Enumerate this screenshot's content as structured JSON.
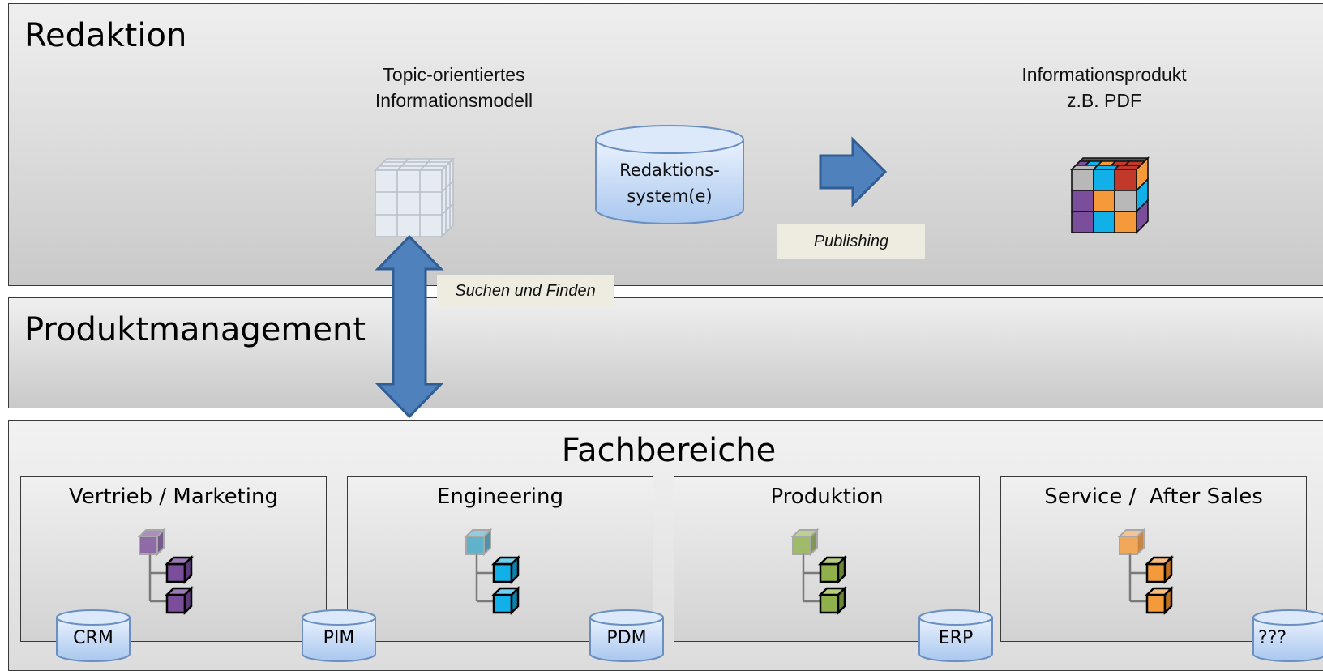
{
  "bands": {
    "redaktion": {
      "title": "Redaktion"
    },
    "produktmanagement": {
      "title": "Produktmanagement"
    },
    "fachbereiche": {
      "title": "Fachbereiche"
    }
  },
  "redaktion": {
    "info_model_label": [
      "Topic-orientiertes",
      "Informationsmodell"
    ],
    "system_label": [
      "Redaktions-",
      "system(e)"
    ],
    "product_label": [
      "Informationsprodukt",
      "z.B. PDF"
    ],
    "publishing_label": "Publishing",
    "search_label": "Suchen und Finden"
  },
  "departments": [
    {
      "name": "Vertrieb / Marketing",
      "color": "#7a4e9a",
      "db": "CRM"
    },
    {
      "name": "Engineering",
      "color": "#12b0e8",
      "db": "PDM"
    },
    {
      "name": "Produktion",
      "color": "#8fb04a",
      "db": "ERP"
    },
    {
      "name": "Service /  After Sales",
      "color": "#f59a3a",
      "db": "???"
    }
  ],
  "extra_db": "PIM",
  "colors": {
    "arrow_fill": "#4f81bd",
    "arrow_stroke": "#2f5d94",
    "db_light": "#dce9fb",
    "db_dark": "#a9c7ef"
  }
}
